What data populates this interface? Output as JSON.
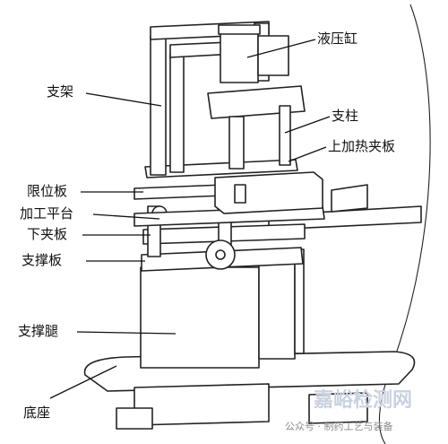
{
  "labels": {
    "hydraulic_cylinder": "液压缸",
    "support_frame": "支架",
    "support_column": "支柱",
    "upper_heating_plate": "上加热夹板",
    "limit_plate": "限位板",
    "processing_platform": "加工平台",
    "lower_clamp_plate": "下夹板",
    "support_plate": "支撑板",
    "support_leg": "支撑腿",
    "base": "底座"
  },
  "watermark": {
    "brand": "嘉峪检测网",
    "account": "公众号 · 制药工艺与装备"
  },
  "colors": {
    "line": "#222222",
    "watermark_brand": "#c9d2df",
    "watermark_account": "#8a8a8a"
  }
}
